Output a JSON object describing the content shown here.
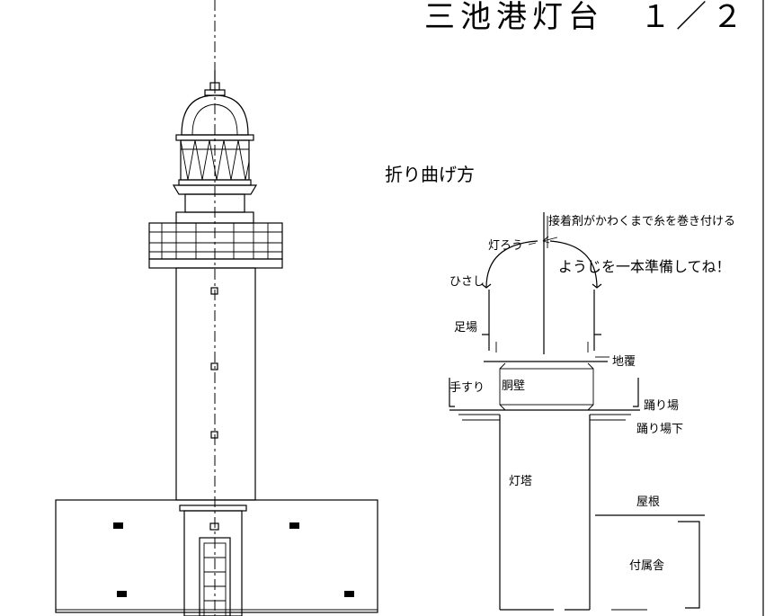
{
  "title": "三池港灯台　１／２",
  "fold_heading": "折り曲げ方",
  "labels": {
    "glue_note": "接着剤がかわくまで糸を巻き付ける",
    "lantern": "灯ろう",
    "toothpick_note": "ようじを一本準備してね！",
    "eaves": "ひさし",
    "scaffold": "足場",
    "base_cover": "地覆",
    "handrail": "手すり",
    "body_wall": "胴壁",
    "landing": "踊り場",
    "under_landing": "踊り場下",
    "tower": "灯塔",
    "roof": "屋根",
    "annex": "付属舎"
  }
}
